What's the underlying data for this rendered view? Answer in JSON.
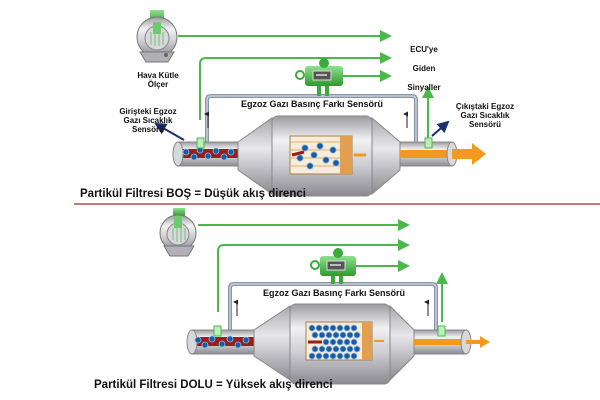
{
  "diagram": {
    "colors": {
      "signal_line": "#4cb84c",
      "pressure_line": "#8a96a8",
      "divider": "#b84a4a",
      "exhaust_flow": "#f39a1e",
      "soot_particle": "#1e5aa0",
      "hot_gas": "#9a1c1c",
      "pipe_metal": "#c8c8cc",
      "arrow_pointer": "#1a2e6e"
    },
    "top": {
      "maf_label": [
        "Hava Kütle",
        "Ölçer"
      ],
      "ecu_label": [
        "ECU'ye",
        "Giden",
        "Sinyaller"
      ],
      "inlet_sensor_label": [
        "Girişteki Egzoz",
        "Gazı Sıcaklık",
        "Sensörü"
      ],
      "outlet_sensor_label": [
        "Çıkıştaki Egzoz",
        "Gazı Sıcaklık",
        "Sensörü"
      ],
      "dp_sensor_label": "Egzoz Gazı Basınç Farkı Sensörü",
      "caption": "Partikül Filtresi BOŞ = Düşük akış direnci",
      "filter_state": "empty"
    },
    "bottom": {
      "dp_sensor_label": "Egzoz Gazı Basınç Farkı Sensörü",
      "caption": "Partikül Filtresi DOLU = Yüksek akış direnci",
      "filter_state": "full"
    }
  }
}
